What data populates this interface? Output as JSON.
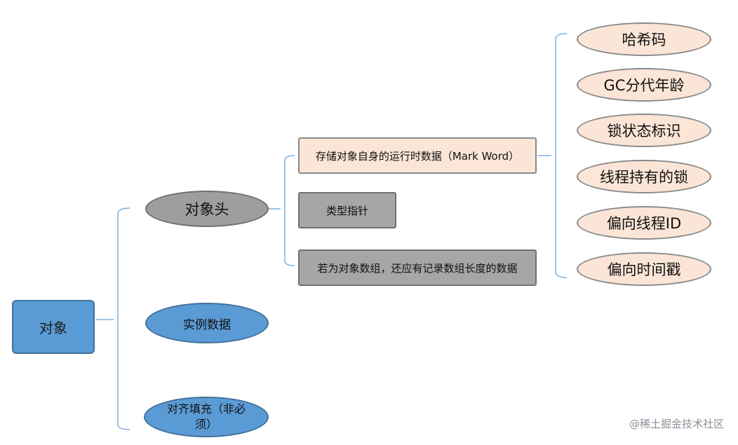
{
  "root": {
    "label": "对象"
  },
  "level1": [
    {
      "label": "对象头"
    },
    {
      "label": "实例数据"
    },
    {
      "label": "对齐填充（非必须）"
    }
  ],
  "header_parts": [
    {
      "label": "存储对象自身的运行时数据（Mark Word）"
    },
    {
      "label": "类型指针"
    },
    {
      "label": "若为对象数组，还应有记录数组长度的数据"
    }
  ],
  "mark_word_parts": [
    {
      "label": "哈希码"
    },
    {
      "label": "GC分代年龄"
    },
    {
      "label": "锁状态标识"
    },
    {
      "label": "线程持有的锁"
    },
    {
      "label": "偏向线程ID"
    },
    {
      "label": "偏向时间戳"
    }
  ],
  "watermark": "@稀土掘金技术社区",
  "colors": {
    "blue_fill": "#5b9bd5",
    "gray_fill": "#9e9e9e",
    "peach_fill": "#fbe5d6",
    "connector": "#5b9bd5"
  }
}
